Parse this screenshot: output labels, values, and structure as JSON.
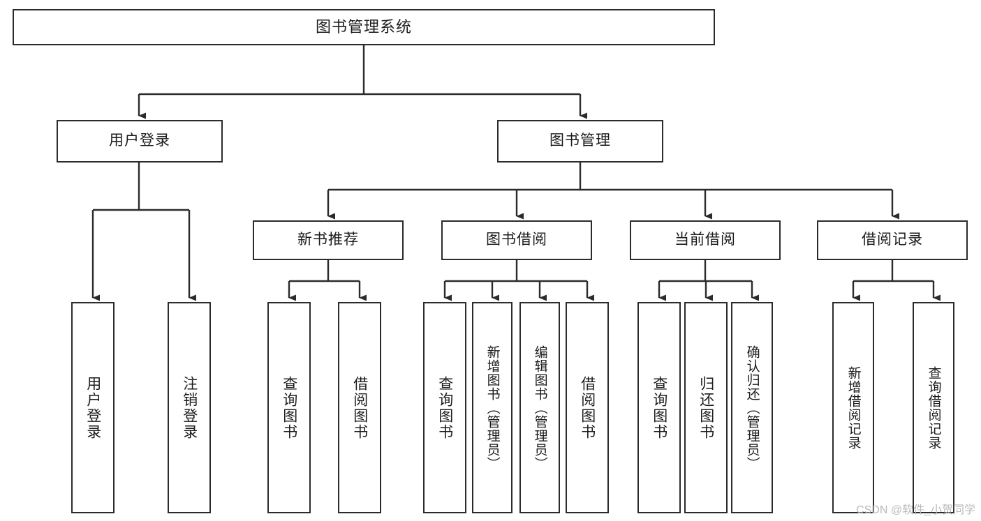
{
  "diagram": {
    "title": "图书管理系统",
    "type": "tree-hierarchy-chart",
    "orientation": "top-down",
    "box_border_color": "#2b2b2b",
    "box_fill_color": "#ffffff",
    "connector_color": "#2b2b2b",
    "background_color": "#ffffff",
    "watermark": "CSDN @软件_小贺同学",
    "nodes": {
      "root": {
        "label": "图书管理系统"
      },
      "level2": [
        {
          "id": "user-login",
          "label": "用户登录"
        },
        {
          "id": "book-manage",
          "label": "图书管理"
        }
      ],
      "level3": [
        {
          "id": "new-book-recommend",
          "label": "新书推荐"
        },
        {
          "id": "book-borrow",
          "label": "图书借阅"
        },
        {
          "id": "current-borrow",
          "label": "当前借阅"
        },
        {
          "id": "borrow-record",
          "label": "借阅记录"
        }
      ],
      "leaves": {
        "user-login": [
          {
            "id": "leaf-user-login",
            "label": "用户登录"
          },
          {
            "id": "leaf-user-logout",
            "label": "注销登录"
          }
        ],
        "new-book-recommend": [
          {
            "id": "leaf-query-book-1",
            "label": "查询图书"
          },
          {
            "id": "leaf-borrow-book-1",
            "label": "借阅图书"
          }
        ],
        "book-borrow": [
          {
            "id": "leaf-query-book-2",
            "label": "查询图书"
          },
          {
            "id": "leaf-add-book",
            "label": "新增图书（管理员）"
          },
          {
            "id": "leaf-edit-book",
            "label": "编辑图书（管理员）"
          },
          {
            "id": "leaf-borrow-book-2",
            "label": "借阅图书"
          }
        ],
        "current-borrow": [
          {
            "id": "leaf-query-book-3",
            "label": "查询图书"
          },
          {
            "id": "leaf-return-book",
            "label": "归还图书"
          },
          {
            "id": "leaf-confirm-return",
            "label": "确认归还（管理员）"
          }
        ],
        "borrow-record": [
          {
            "id": "leaf-add-record",
            "label": "新增借阅记录"
          },
          {
            "id": "leaf-query-record",
            "label": "查询借阅记录"
          }
        ]
      }
    }
  }
}
